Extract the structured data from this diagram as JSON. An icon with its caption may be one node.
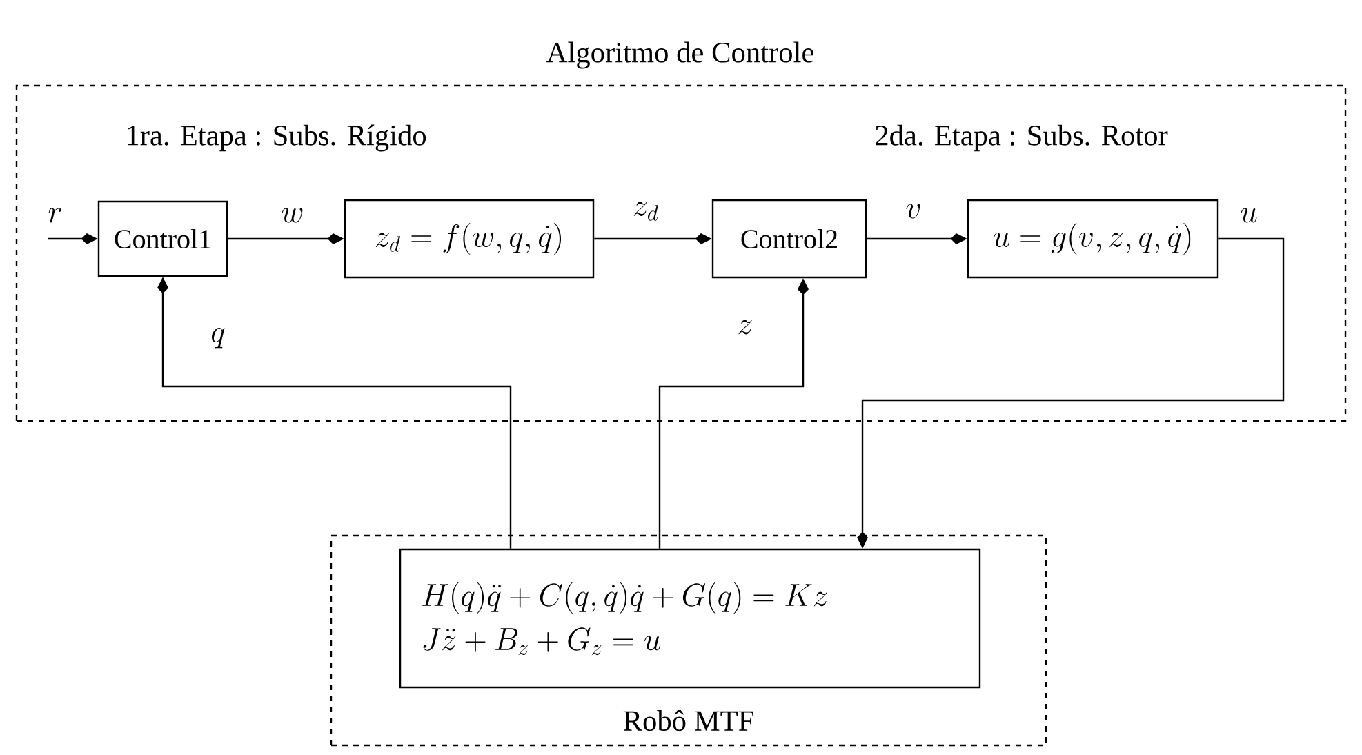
{
  "diagram": {
    "nodes": [
      {
        "text": [
          "Algoritmo de Controle",
          "1ra. Etapa : Subs. Rígido",
          "2da. Etapa : Subs. Rotor"
        ]
      },
      {
        "text": [
          "Control1"
        ],
        "in": 0
      },
      {
        "text": [
          "z_d = f(w, q, \\dot{q})"
        ],
        "in": 0
      },
      {
        "text": [
          "Control2"
        ],
        "in": 0
      },
      {
        "text": [
          "u = g(v, z, q, \\dot{q})"
        ],
        "in": 0
      },
      {
        "text": [
          "Robô MTF"
        ]
      },
      {
        "text": [
          "H(q)\\ddot{q} + C(q,\\dot{q})\\dot{q} + G(q) = Kz",
          "J\\ddot{z} + B_z + G_z = u"
        ],
        "in": 5
      }
    ],
    "edges": [
      {
        "from": null,
        "to": 1,
        "arrow": "to",
        "label": "r"
      },
      {
        "from": 1,
        "to": 2,
        "arrow": "to",
        "label": "w"
      },
      {
        "from": 2,
        "to": 3,
        "arrow": "to",
        "label": "z_d"
      },
      {
        "from": 3,
        "to": 4,
        "arrow": "to",
        "label": "v"
      },
      {
        "from": 4,
        "to": 6,
        "arrow": "to",
        "label": "u"
      },
      {
        "from": 6,
        "to": 1,
        "arrow": "to",
        "label": "q"
      },
      {
        "from": 6,
        "to": 3,
        "arrow": "to",
        "label": "z"
      }
    ]
  }
}
